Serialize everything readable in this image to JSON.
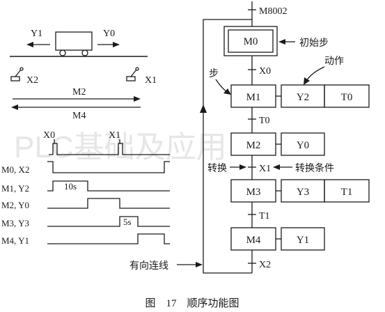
{
  "watermark": "PLC基础及应用",
  "caption": "图　17　顺序功能图",
  "cart": {
    "left_dir": "Y1",
    "right_dir": "Y0",
    "left_switch": "X2",
    "right_switch": "X1",
    "route_m2": "M2",
    "route_m4": "M4"
  },
  "timing": {
    "pulse_x0": "X0",
    "pulse_x1": "X1",
    "rows": [
      "M0, X2",
      "M1, Y2",
      "M2, Y0",
      "M3, Y3",
      "M4, Y1"
    ],
    "timer_10s": "10s",
    "timer_5s": "5s"
  },
  "sfc": {
    "init_transition": "M8002",
    "steps": [
      "M0",
      "M1",
      "M2",
      "M3",
      "M4"
    ],
    "actions": {
      "m1_a": "Y2",
      "m1_b": "T0",
      "m2_a": "Y0",
      "m3_a": "Y3",
      "m3_b": "T1",
      "m4_a": "Y1"
    },
    "transitions": [
      "X0",
      "T0",
      "X1",
      "T1",
      "X2"
    ],
    "annotations": {
      "initial_step": "初始步",
      "action": "动作",
      "step": "步",
      "transition": "转换",
      "transition_condition": "转换条件",
      "directed_line": "有向连线"
    }
  }
}
